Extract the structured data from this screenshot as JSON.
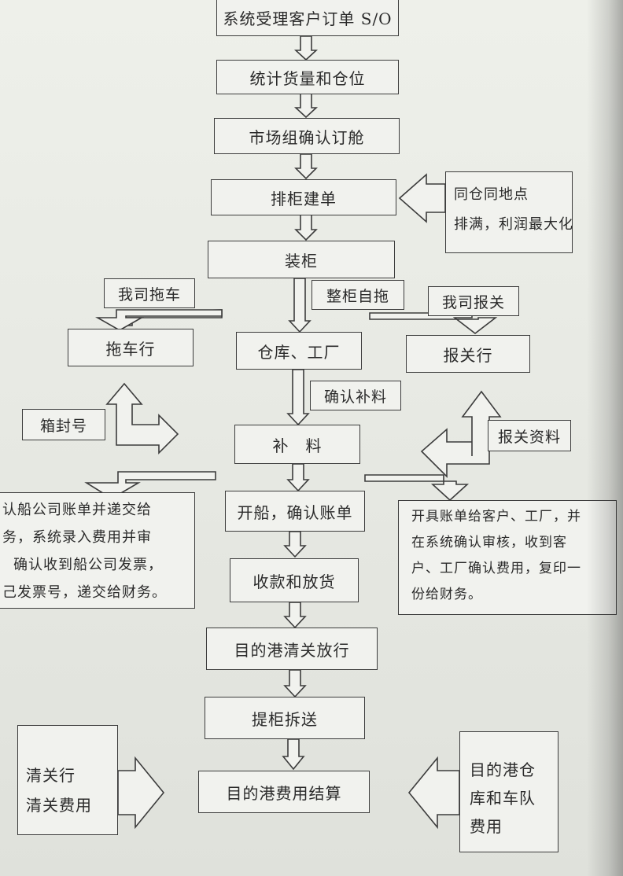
{
  "nodes": {
    "n1": "系统受理客户订单 S/O",
    "n2": "统计货量和仓位",
    "n3": "市场组确认订舱",
    "n4": "排柜建单",
    "n5": "装柜",
    "n6": "拖车行",
    "n7": "仓库、工厂",
    "n8": "报关行",
    "n9": "补　料",
    "n10": "开船，确认账单",
    "n11": "收款和放货",
    "n12": "目的港清关放行",
    "n13": "提柜拆送",
    "n14": "目的港费用结算"
  },
  "labels": {
    "our_trucking": "我司拖车",
    "self_trucking": "整柜自拖",
    "our_customs": "我司报关",
    "confirm_supplement": "确认补料",
    "box_seal_no": "箱封号",
    "customs_docs": "报关资料"
  },
  "callouts": {
    "same_warehouse": [
      "同仓同地点",
      "排满，利润最大化"
    ],
    "ship_company_bill": [
      "认船公司账单并递交给",
      "务，系统录入费用并审",
      "确认收到船公司发票，",
      "己发票号，递交给财务。"
    ],
    "customer_bill": [
      "开具账单给客户、工厂，并",
      "在系统确认审核，收到客",
      "户、工厂确认费用，复印一",
      "份给财务。"
    ],
    "clearance_agent": [
      "清关行",
      "清关费用"
    ],
    "dest_warehouse": [
      "目的港仓",
      "库和车队",
      "费用"
    ]
  }
}
